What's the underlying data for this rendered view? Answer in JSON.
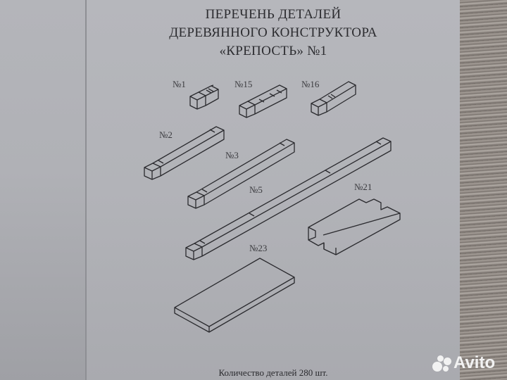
{
  "document": {
    "title_lines": [
      "ПЕРЕЧЕНЬ ДЕТАЛЕЙ",
      "ДЕРЕВЯННОГО КОНСТРУКТОРА",
      "«КРЕПОСТЬ» №1"
    ],
    "parts": [
      {
        "label": "№1"
      },
      {
        "label": "№15"
      },
      {
        "label": "№16"
      },
      {
        "label": "№2"
      },
      {
        "label": "№3"
      },
      {
        "label": "№5"
      },
      {
        "label": "№21"
      },
      {
        "label": "№23"
      }
    ],
    "footer": "Количество деталей 280 шт."
  },
  "watermark": {
    "text": "Avito",
    "icon": "avito-logo-icon"
  },
  "colors": {
    "paper": "#b4b5ba",
    "ink": "#2a2a2e",
    "wood": "#8a837e"
  }
}
